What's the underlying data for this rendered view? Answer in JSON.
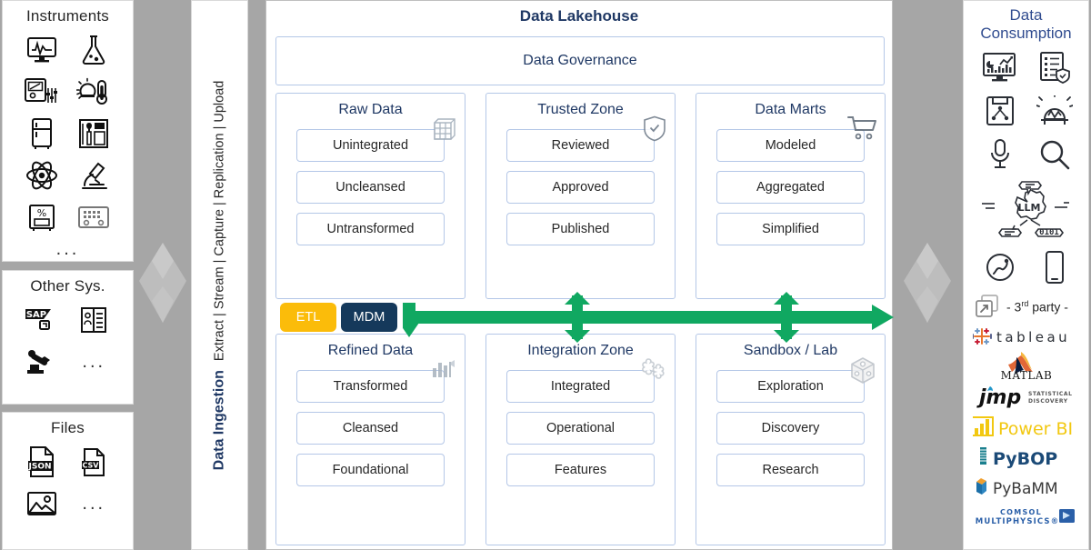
{
  "sources": {
    "instruments": {
      "title": "Instruments",
      "icons": [
        "oscilloscope-icon",
        "flask-icon",
        "multimeter-icon",
        "thermometer-sun-icon",
        "refrigerator-icon",
        "analyzer-icon",
        "atom-icon",
        "microscope-icon",
        "balance-icon",
        "keypad-device-icon"
      ],
      "more": "..."
    },
    "other_systems": {
      "title": "Other Sys.",
      "icons": [
        "sap-icon",
        "address-book-icon",
        "robot-arm-icon"
      ],
      "more": "..."
    },
    "files": {
      "title": "Files",
      "icons": [
        "json-file-icon",
        "csv-file-icon",
        "image-file-icon"
      ],
      "more": "..."
    }
  },
  "ingestion": {
    "title": "Data Ingestion",
    "subtitle": "Extract | Stream | Capture | Replication | Upload"
  },
  "lakehouse": {
    "title": "Data Lakehouse",
    "governance": "Data Governance",
    "zones": [
      {
        "title": "Raw Data",
        "icon": "grid-table-icon",
        "items": [
          "Unintegrated",
          "Uncleansed",
          "Untransformed"
        ]
      },
      {
        "title": "Trusted Zone",
        "icon": "shield-check-icon",
        "items": [
          "Reviewed",
          "Approved",
          "Published"
        ]
      },
      {
        "title": "Data Marts",
        "icon": "shopping-cart-icon",
        "items": [
          "Modeled",
          "Aggregated",
          "Simplified"
        ]
      },
      {
        "title": "Refined Data",
        "icon": "bar-chart-icon",
        "items": [
          "Transformed",
          "Cleansed",
          "Foundational"
        ]
      },
      {
        "title": "Integration Zone",
        "icon": "puzzle-piece-icon",
        "items": [
          "Integrated",
          "Operational",
          "Features"
        ]
      },
      {
        "title": "Sandbox / Lab",
        "icon": "cube-box-icon",
        "items": [
          "Exploration",
          "Discovery",
          "Research"
        ]
      }
    ],
    "badges": [
      {
        "label": "ETL",
        "color": "#FBBC0A"
      },
      {
        "label": "MDM",
        "color": "#15395B"
      }
    ],
    "flow_color": "#10A861"
  },
  "consumption": {
    "title_line1": "Data",
    "title_line2": "Consumption",
    "icons": [
      "dashboard-icon",
      "report-secure-icon",
      "flow-diagram-icon",
      "alarm-chart-icon",
      "microphone-icon",
      "search-icon",
      "llm-icon",
      "api-icon",
      "mobile-icon"
    ],
    "third_party": {
      "icon": "external-link-icon",
      "label_prefix": "- 3",
      "label_sup": "rd",
      "label_suffix": " party -",
      "logos": [
        "tableau",
        "MATLAB",
        "jmp",
        "Power BI",
        "PyBOP",
        "PyBaMM",
        "COMSOL MULTIPHYSICS"
      ]
    }
  },
  "colors": {
    "navy": "#1F3864",
    "blue": "#2F4B8F",
    "light_blue_border": "#b4c7e7",
    "green": "#10A861",
    "amber": "#FBBC0A",
    "band_gray": "#a6a6a6"
  }
}
